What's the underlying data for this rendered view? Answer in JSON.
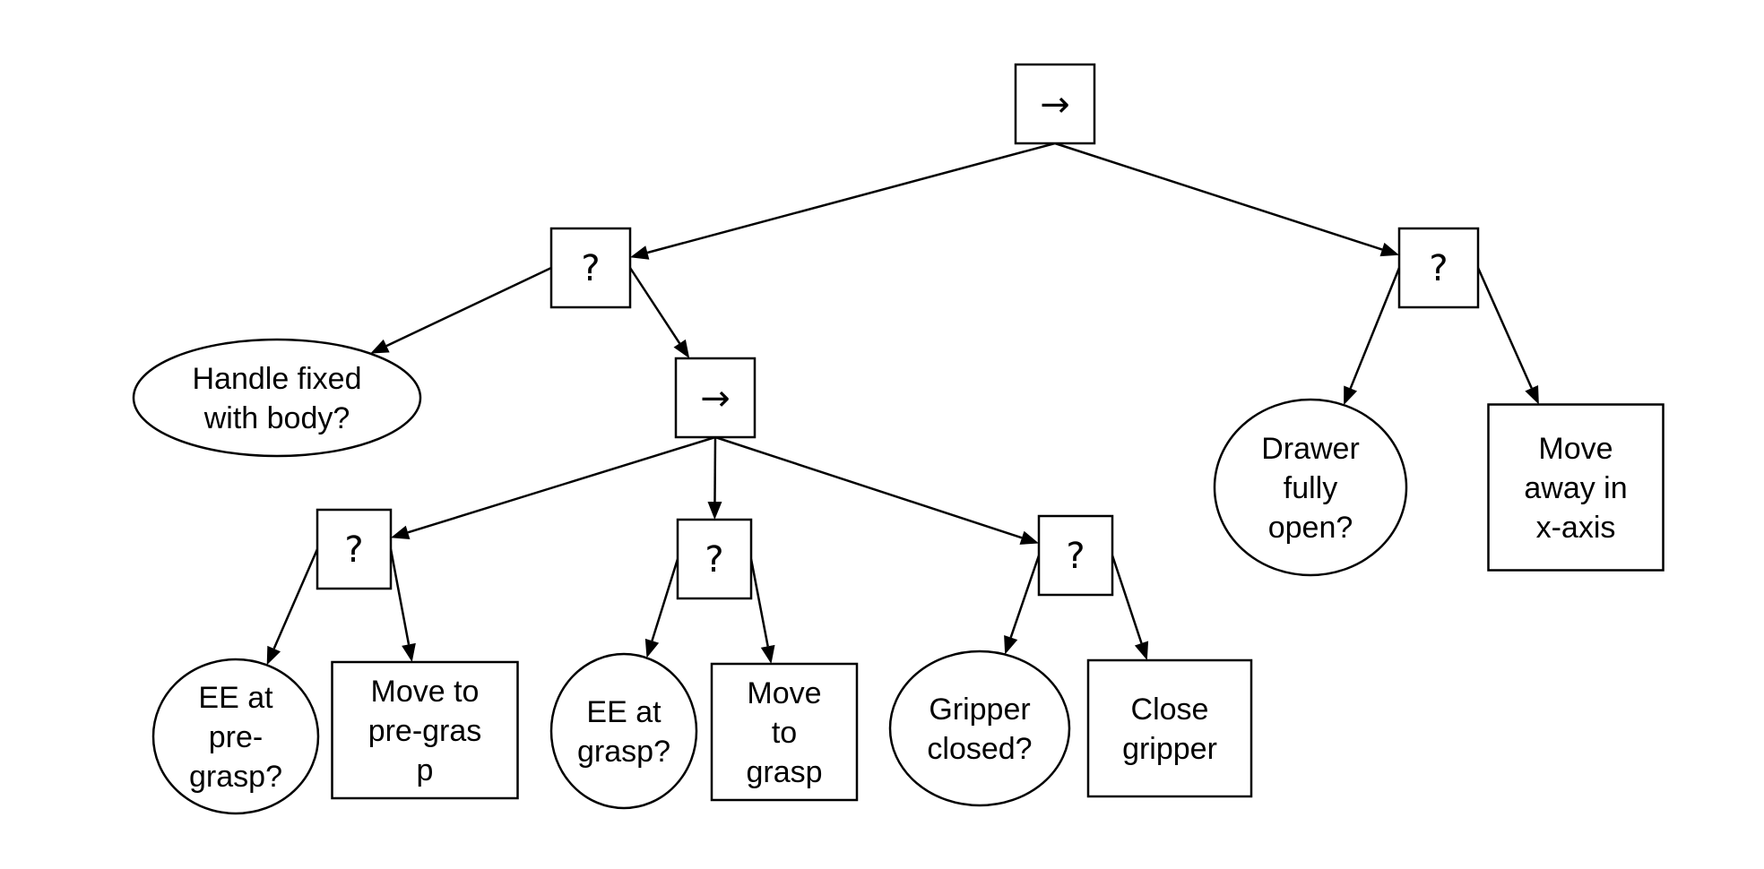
{
  "nodes": {
    "root": {
      "type": "sequence",
      "symbol": "→"
    },
    "fb1": {
      "type": "fallback",
      "symbol": "?"
    },
    "fb2": {
      "type": "fallback",
      "symbol": "?"
    },
    "handle_fixed": {
      "type": "condition",
      "lines": [
        "Handle fixed",
        "with body?"
      ]
    },
    "seq2": {
      "type": "sequence",
      "symbol": "→"
    },
    "drawer_open": {
      "type": "condition",
      "lines": [
        "Drawer",
        "fully",
        "open?"
      ]
    },
    "move_away": {
      "type": "action",
      "lines": [
        "Move",
        "away in",
        "x-axis"
      ]
    },
    "fb3": {
      "type": "fallback",
      "symbol": "?"
    },
    "fb4": {
      "type": "fallback",
      "symbol": "?"
    },
    "fb5": {
      "type": "fallback",
      "symbol": "?"
    },
    "ee_pregrasp": {
      "type": "condition",
      "lines": [
        "EE at",
        "pre-",
        "grasp?"
      ]
    },
    "move_pregrasp": {
      "type": "action",
      "lines": [
        "Move to",
        "pre-gras",
        "p"
      ]
    },
    "ee_grasp": {
      "type": "condition",
      "lines": [
        "EE at",
        "grasp?"
      ]
    },
    "move_grasp": {
      "type": "action",
      "lines": [
        "Move",
        "to",
        "grasp"
      ]
    },
    "gripper_closed": {
      "type": "condition",
      "lines": [
        "Gripper",
        "closed?"
      ]
    },
    "close_gripper": {
      "type": "action",
      "lines": [
        "Close",
        "gripper"
      ]
    }
  },
  "edges": [
    [
      "root",
      "fb1"
    ],
    [
      "root",
      "fb2"
    ],
    [
      "fb1",
      "handle_fixed"
    ],
    [
      "fb1",
      "seq2"
    ],
    [
      "fb2",
      "drawer_open"
    ],
    [
      "fb2",
      "move_away"
    ],
    [
      "seq2",
      "fb3"
    ],
    [
      "seq2",
      "fb4"
    ],
    [
      "seq2",
      "fb5"
    ],
    [
      "fb3",
      "ee_pregrasp"
    ],
    [
      "fb3",
      "move_pregrasp"
    ],
    [
      "fb4",
      "ee_grasp"
    ],
    [
      "fb4",
      "move_grasp"
    ],
    [
      "fb5",
      "gripper_closed"
    ],
    [
      "fb5",
      "close_gripper"
    ]
  ]
}
